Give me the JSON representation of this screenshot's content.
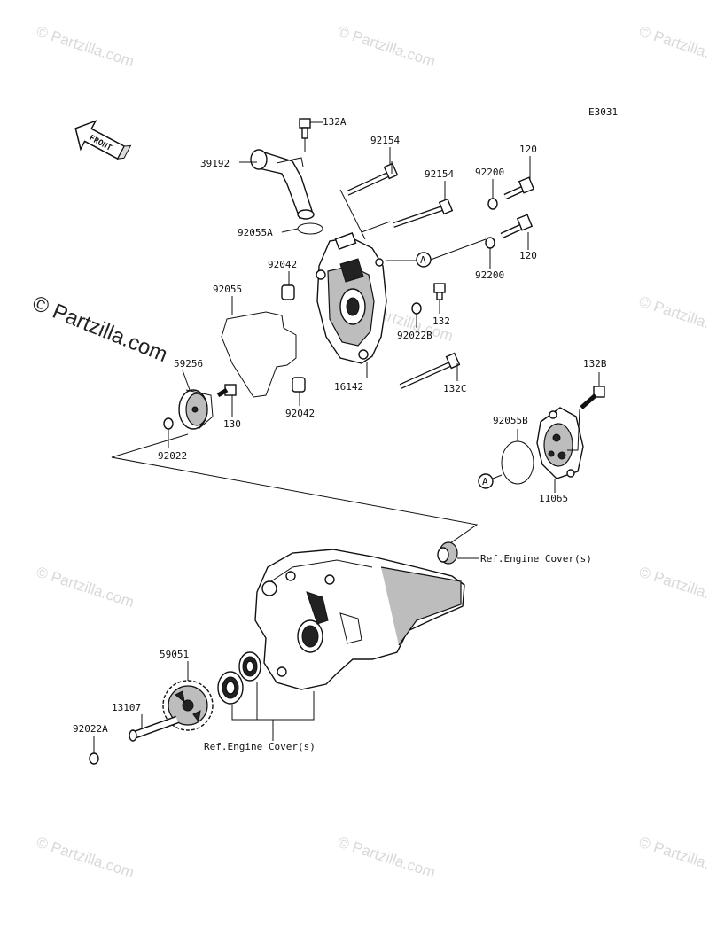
{
  "diagram_code": "E3031",
  "front_label": "FRONT",
  "watermark": {
    "small": "© Partzilla.com",
    "large": "© Partzilla.com"
  },
  "parts": {
    "p132A": "132A",
    "p39192": "39192",
    "p92154a": "92154",
    "p92154b": "92154",
    "p92200a": "92200",
    "p120a": "120",
    "p92055A": "92055A",
    "p120b": "120",
    "p92200b": "92200",
    "p92042a": "92042",
    "p92055": "92055",
    "p132": "132",
    "p92022B": "92022B",
    "p59256": "59256",
    "p16142": "16142",
    "p132C": "132C",
    "p132B": "132B",
    "p130": "130",
    "p92042b": "92042",
    "p92055B": "92055B",
    "p92022": "92022",
    "p11065": "11065",
    "ref_cover_a": "Ref.Engine Cover(s)",
    "ref_cover_b": "Ref.Engine Cover(s)",
    "p59051": "59051",
    "p13107": "13107",
    "p92022A": "92022A"
  },
  "callouts": {
    "a1": "A",
    "a2": "A"
  }
}
